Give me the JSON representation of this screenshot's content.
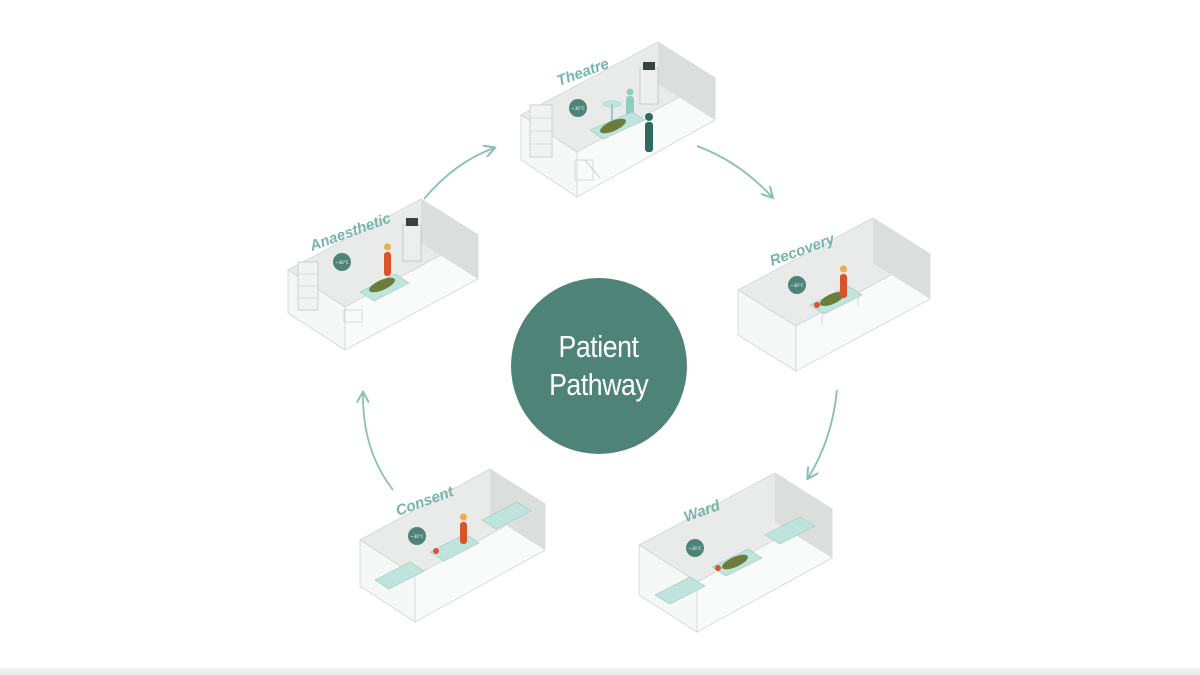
{
  "diagram": {
    "center": {
      "line1": "Patient",
      "line2": "Pathway"
    },
    "stages": [
      {
        "id": "theatre",
        "label": "Theatre",
        "temperature": "~36°C"
      },
      {
        "id": "recovery",
        "label": "Recovery",
        "temperature": "~36°C"
      },
      {
        "id": "ward",
        "label": "Ward",
        "temperature": "~36°C"
      },
      {
        "id": "consent",
        "label": "Consent",
        "temperature": "~36°C"
      },
      {
        "id": "anaesthetic",
        "label": "Anaesthetic",
        "temperature": "~36°C"
      }
    ]
  },
  "colors": {
    "accent": "#4e8478",
    "label": "#76b6a7",
    "arrow": "#86c1b2",
    "wall": "#e9eaea",
    "floor": "#f4f5f5",
    "blanket_green": "#6a7d3c",
    "staff_orange": "#d9532b",
    "bed_mint": "#bfe4dc"
  }
}
